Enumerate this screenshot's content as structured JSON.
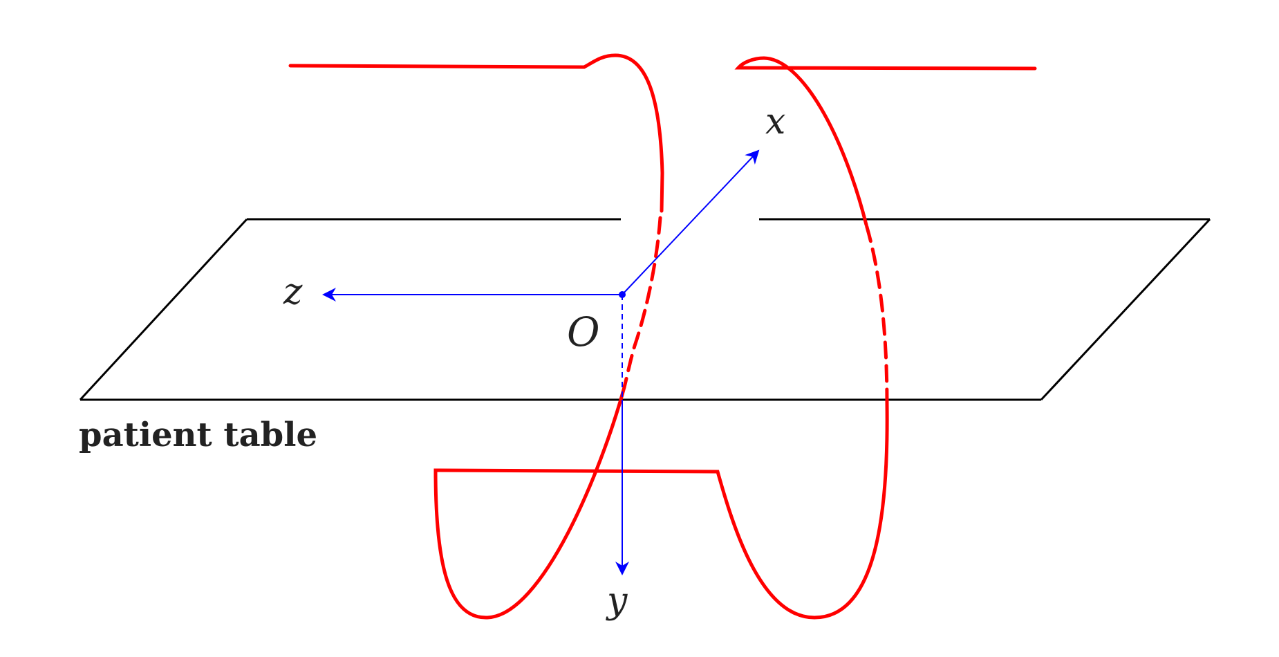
{
  "labels": {
    "origin": "O",
    "axis_x": "x",
    "axis_y": "y",
    "axis_z": "z",
    "table": "patient table"
  },
  "colors": {
    "coil": "#ff0000",
    "axes": "#0000ff",
    "table": "#000000",
    "text": "#222222",
    "background": "#ffffff"
  }
}
